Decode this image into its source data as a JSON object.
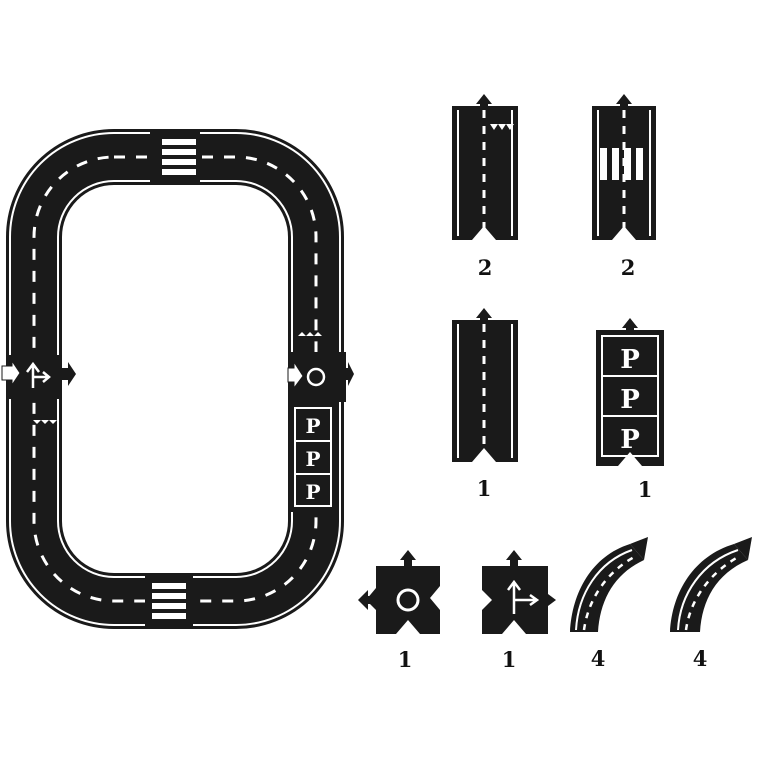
{
  "colors": {
    "asphalt": "#1a1a1a",
    "marking": "#ffffff",
    "background": "#ffffff"
  },
  "layout": {
    "name": "assembled-track-loop"
  },
  "pieces": [
    {
      "kind": "straight-yield",
      "count": "2",
      "icon": "yield-triangles-icon"
    },
    {
      "kind": "straight-crosswalk",
      "count": "2",
      "icon": "crosswalk-icon"
    },
    {
      "kind": "straight-plain",
      "count": "1",
      "icon": "dashed-line-icon"
    },
    {
      "kind": "parking",
      "count": "1",
      "icon": "parking-p-icon",
      "label": "P"
    },
    {
      "kind": "roundabout",
      "count": "1",
      "icon": "roundabout-icon"
    },
    {
      "kind": "t-junction",
      "count": "1",
      "icon": "junction-arrow-icon"
    },
    {
      "kind": "curve-left",
      "count": "4",
      "icon": "curve-left-icon"
    },
    {
      "kind": "curve-right",
      "count": "4",
      "icon": "curve-right-icon"
    }
  ]
}
